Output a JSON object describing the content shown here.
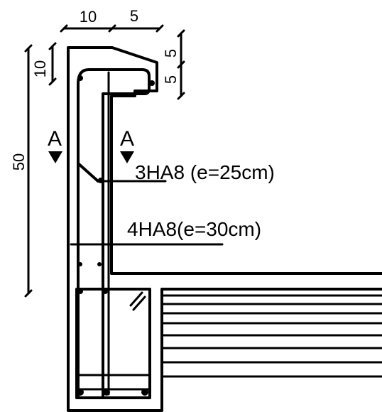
{
  "dimensions": {
    "top_left": "10",
    "top_right": "5",
    "right_upper": "5",
    "right_lower": "5",
    "left_inner": "10",
    "left_outer": "50"
  },
  "section_marks": {
    "left": "A",
    "right": "A"
  },
  "annotations": {
    "upper_rebar": "3HA8 (e=25cm)",
    "lower_rebar": "4HA8(e=30cm)"
  }
}
